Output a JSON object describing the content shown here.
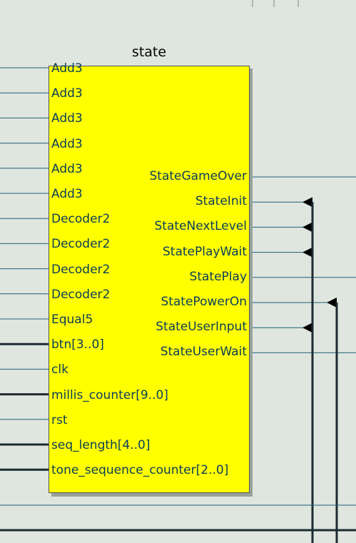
{
  "block": {
    "title": "state",
    "inputs": [
      "Add3",
      "Add3",
      "Add3",
      "Add3",
      "Add3",
      "Add3",
      "Decoder2",
      "Decoder2",
      "Decoder2",
      "Decoder2",
      "Equal5",
      "btn[3..0]",
      "clk",
      "millis_counter[9..0]",
      "rst",
      "seq_length[4..0]",
      "tone_sequence_counter[2..0]"
    ],
    "outputs": [
      "StateGameOver",
      "StateInit",
      "StateNextLevel",
      "StatePlayWait",
      "StatePlay",
      "StatePowerOn",
      "StateUserInput",
      "StateUserWait"
    ]
  },
  "colors": {
    "block_fill": "#ffff00",
    "wire": "#1f5f7a",
    "bus": "#1c2a33",
    "background": "#dfe6df"
  }
}
